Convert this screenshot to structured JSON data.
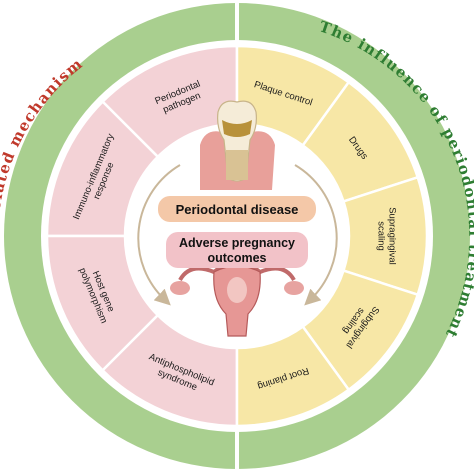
{
  "center": {
    "title1": "Periodontal disease",
    "title2_line1": "Adverse pregnancy",
    "title2_line2": "outcomes"
  },
  "outer_ring": {
    "left_label": "The related mechanism",
    "right_label": "The influence of periodontal treatment"
  },
  "mechanism_segments": [
    {
      "lines": [
        "Periodontal",
        "pathogen"
      ]
    },
    {
      "lines": [
        "Immuno-inflammatory",
        "response"
      ]
    },
    {
      "lines": [
        "Host gene",
        "polymorphism"
      ]
    },
    {
      "lines": [
        "Antiphospholipid",
        "syndrome"
      ]
    }
  ],
  "treatment_segments": [
    {
      "lines": [
        "Plaque control"
      ]
    },
    {
      "lines": [
        "Drugs"
      ]
    },
    {
      "lines": [
        "Supragingival",
        "scaling"
      ]
    },
    {
      "lines": [
        "Subgingival",
        "scaling"
      ]
    },
    {
      "lines": [
        "Root planing"
      ]
    }
  ],
  "colors": {
    "outer_ring": "#a9cf8f",
    "mechanism_fill": "#f3d2d6",
    "treatment_fill": "#f7e7a6",
    "ring_text_left": "#c0392b",
    "ring_text_right": "#2e7d32",
    "box1": "#f4c8a8",
    "box2": "#f2c2c8"
  }
}
